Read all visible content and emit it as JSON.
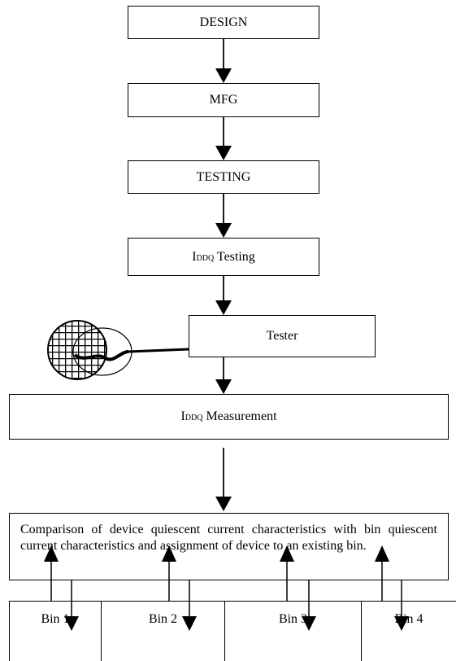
{
  "flow": {
    "design": "DESIGN",
    "mfg": "MFG",
    "testing": "TESTING",
    "iddq_testing": {
      "main": "I",
      "sub": "DDQ",
      "rest": " Testing"
    },
    "tester": "Tester",
    "iddq_measurement": {
      "main": "I",
      "sub": "DDQ",
      "rest": " Measurement"
    },
    "comparison": "Comparison of device quiescent current characteristics with bin quiescent current characteristics and assignment of device to an existing bin."
  },
  "bins": [
    "Bin 1",
    "Bin 2",
    "Bin 3",
    "Bin 4"
  ]
}
